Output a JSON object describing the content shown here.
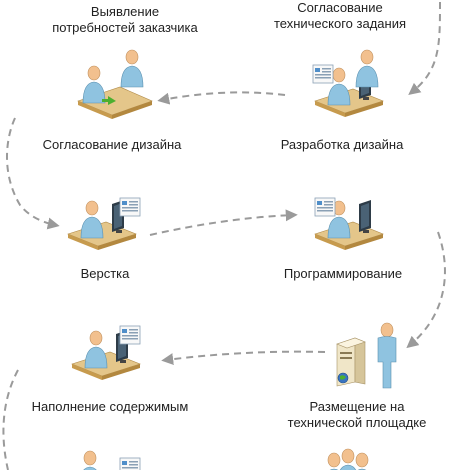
{
  "steps": {
    "s1": {
      "label": "Выявление\nпотребностей заказчика"
    },
    "s2": {
      "label": "Согласование\nтехнического задания"
    },
    "s3": {
      "label": "Согласование дизайна"
    },
    "s4": {
      "label": "Разработка дизайна"
    },
    "s5": {
      "label": "Верстка"
    },
    "s6": {
      "label": "Программирование"
    },
    "s7": {
      "label": "Наполнение содержимым"
    },
    "s8": {
      "label": "Размещение на\nтехнической площадке"
    }
  },
  "colors": {
    "arrow": "#9a9a9a",
    "desk_top": "#e4c68a",
    "desk_side": "#c79b4e",
    "person_shirt": "#8fc3e0",
    "person_skin": "#f2c08e",
    "monitor": "#2e3c48",
    "screen_blue": "#4f8ec9",
    "server": "#f0e6c8",
    "green_arrow": "#4caf2f"
  }
}
